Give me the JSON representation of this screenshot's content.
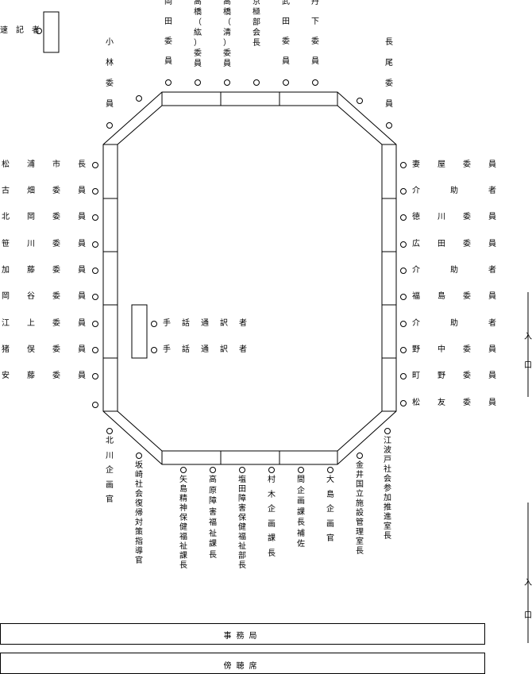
{
  "stenographer": "速　記　者",
  "top_seats": [
    "岡田委員",
    "高橋（紘）委員",
    "高橋（清）委員",
    "京極部会長",
    "武田委員",
    "丹下委員"
  ],
  "top_left_corner": "小林委員",
  "top_right_corner": "長尾委員",
  "left_seats": [
    "松浦市長",
    "古畑委員",
    "北岡委員",
    "笹川委員",
    "加藤委員",
    "岡谷委員",
    "江上委員",
    "猪俣委員",
    "安藤委員"
  ],
  "right_seats": [
    "妻屋委員",
    "介助者",
    "徳川委員",
    "広田委員",
    "介助者",
    "福島委員",
    "介助者",
    "野中委員",
    "町野委員",
    "松友委員"
  ],
  "interpreters": [
    "手話通訳者",
    "手話通訳者"
  ],
  "bottom_seats": [
    "北川企画官",
    "坂崎社会復帰対策指導官",
    "矢島精神保健福祉課長",
    "高原障害福祉課長",
    "塩田障害保健福祉部長",
    "村木企画課長",
    "間企画課長補佐",
    "大島企画官",
    "金井国立施設管理室長",
    "江波戸社会参加推進室長"
  ],
  "entrance_label": "入口",
  "secretariat": "事務局",
  "gallery": "傍聴席"
}
